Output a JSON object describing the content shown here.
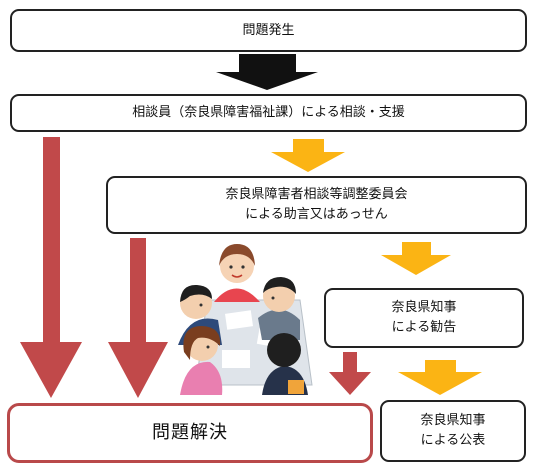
{
  "flow": {
    "issue": "問題発生",
    "consultation": "相談員（奈良県障害福祉課）による相談・支援",
    "committee": [
      "奈良県障害者相談等調整委員会",
      "による助言又はあっせん"
    ],
    "recommendation": [
      "奈良県知事",
      "による勧告"
    ],
    "resolution": "問題解決",
    "announcement": [
      "奈良県知事",
      "による公表"
    ]
  },
  "colors": {
    "black_arrow": "#111111",
    "orange_arrow": "#fbb414",
    "red_arrow": "#c1494a",
    "resolve_border": "#b9494a"
  },
  "illustration": "people-meeting-illustration"
}
